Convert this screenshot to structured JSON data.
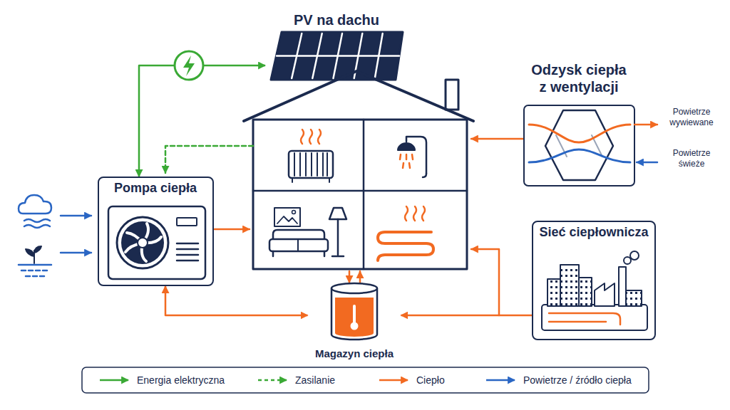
{
  "diagram": {
    "nodes": [
      {
        "text": [
          "PV na dachu"
        ]
      },
      {
        "text": [
          "Odzysk ciepła z wentylacji"
        ]
      },
      {
        "text": [
          "Pompa ciepła"
        ]
      },
      {
        "text": [
          "Sieć ciepłownicza"
        ]
      },
      {
        "text": [
          "Magazyn ciepła"
        ]
      }
    ],
    "edges": [
      {
        "from": 0,
        "to": 2,
        "arrow": "both"
      },
      {
        "from": 4,
        "to": 2,
        "arrow": "both"
      },
      {
        "from": 3,
        "to": 4,
        "arrow": "to"
      }
    ],
    "labels": [
      "Powietrze wywiewane",
      "Powietrze świeże"
    ],
    "legend": [
      {
        "text": "Energia elektryczna"
      },
      {
        "text": "Zasilanie"
      },
      {
        "text": "Ciepło"
      },
      {
        "text": "Powietrze / źródło ciepła"
      }
    ]
  }
}
